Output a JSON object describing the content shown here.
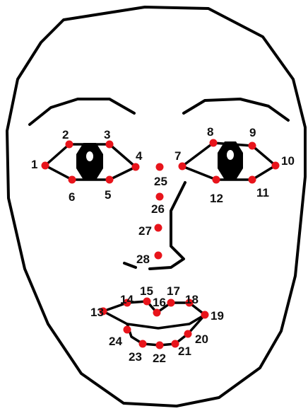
{
  "diagram": {
    "landmarks": [
      {
        "id": "1",
        "label": "1"
      },
      {
        "id": "2",
        "label": "2"
      },
      {
        "id": "3",
        "label": "3"
      },
      {
        "id": "4",
        "label": "4"
      },
      {
        "id": "5",
        "label": "5"
      },
      {
        "id": "6",
        "label": "6"
      },
      {
        "id": "7",
        "label": "7"
      },
      {
        "id": "8",
        "label": "8"
      },
      {
        "id": "9",
        "label": "9"
      },
      {
        "id": "10",
        "label": "10"
      },
      {
        "id": "11",
        "label": "11"
      },
      {
        "id": "12",
        "label": "12"
      },
      {
        "id": "13",
        "label": "13"
      },
      {
        "id": "14",
        "label": "14"
      },
      {
        "id": "15",
        "label": "15"
      },
      {
        "id": "16",
        "label": "16"
      },
      {
        "id": "17",
        "label": "17"
      },
      {
        "id": "18",
        "label": "18"
      },
      {
        "id": "19",
        "label": "19"
      },
      {
        "id": "20",
        "label": "20"
      },
      {
        "id": "21",
        "label": "21"
      },
      {
        "id": "22",
        "label": "22"
      },
      {
        "id": "23",
        "label": "23"
      },
      {
        "id": "24",
        "label": "24"
      },
      {
        "id": "25",
        "label": "25"
      },
      {
        "id": "26",
        "label": "26"
      },
      {
        "id": "27",
        "label": "27"
      },
      {
        "id": "28",
        "label": "28"
      }
    ]
  },
  "colors": {
    "landmark": "#e8141b",
    "line": "#000000",
    "background": "#ffffff"
  }
}
